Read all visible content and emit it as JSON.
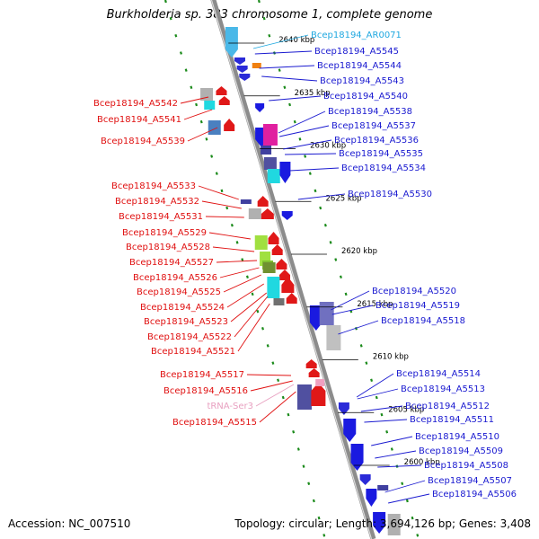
{
  "title": "Burkholderia sp. 383 chromosome 1, complete genome",
  "footer": {
    "accession": "Accession: NC_007510",
    "topology": "Topology: circular; Length: 3,694,126 bp; Genes: 3,408"
  },
  "colors": {
    "backbone": "#8c8c8c",
    "dots": "#1a8a1a",
    "right_label": "#1a1ad0",
    "left_label": "#e01010",
    "rna_label": "#e8a0c0",
    "highlight_label": "#20a8e0",
    "scale_text": "#000000"
  },
  "scale": [
    {
      "label": "2640 kbp",
      "kbp": 2640
    },
    {
      "label": "2635 kbp",
      "kbp": 2635
    },
    {
      "label": "2630 kbp",
      "kbp": 2630
    },
    {
      "label": "2625 kbp",
      "kbp": 2625
    },
    {
      "label": "2620 kbp",
      "kbp": 2620
    },
    {
      "label": "2615 kbp",
      "kbp": 2615
    },
    {
      "label": "2610 kbp",
      "kbp": 2610
    },
    {
      "label": "2605 kbp",
      "kbp": 2605
    },
    {
      "label": "2600 kbp",
      "kbp": 2600
    }
  ],
  "right_labels": [
    {
      "text": "Bcep18194_AR0071",
      "kind": "highlight"
    },
    {
      "text": "Bcep18194_A5545",
      "kind": "gene"
    },
    {
      "text": "Bcep18194_A5544",
      "kind": "gene"
    },
    {
      "text": "Bcep18194_A5543",
      "kind": "gene"
    },
    {
      "text": "Bcep18194_A5540",
      "kind": "gene"
    },
    {
      "text": "Bcep18194_A5538",
      "kind": "gene"
    },
    {
      "text": "Bcep18194_A5537",
      "kind": "gene"
    },
    {
      "text": "Bcep18194_A5536",
      "kind": "gene"
    },
    {
      "text": "Bcep18194_A5535",
      "kind": "gene"
    },
    {
      "text": "Bcep18194_A5534",
      "kind": "gene"
    },
    {
      "text": "Bcep18194_A5530",
      "kind": "gene"
    },
    {
      "text": "Bcep18194_A5520",
      "kind": "gene"
    },
    {
      "text": "Bcep18194_A5519",
      "kind": "gene"
    },
    {
      "text": "Bcep18194_A5518",
      "kind": "gene"
    },
    {
      "text": "Bcep18194_A5514",
      "kind": "gene"
    },
    {
      "text": "Bcep18194_A5513",
      "kind": "gene"
    },
    {
      "text": "Bcep18194_A5512",
      "kind": "gene"
    },
    {
      "text": "Bcep18194_A5511",
      "kind": "gene"
    },
    {
      "text": "Bcep18194_A5510",
      "kind": "gene"
    },
    {
      "text": "Bcep18194_A5509",
      "kind": "gene"
    },
    {
      "text": "Bcep18194_A5508",
      "kind": "gene"
    },
    {
      "text": "Bcep18194_A5507",
      "kind": "gene"
    },
    {
      "text": "Bcep18194_A5506",
      "kind": "gene"
    }
  ],
  "left_labels": [
    {
      "text": "Bcep18194_A5542",
      "kind": "gene"
    },
    {
      "text": "Bcep18194_A5541",
      "kind": "gene"
    },
    {
      "text": "Bcep18194_A5539",
      "kind": "gene"
    },
    {
      "text": "Bcep18194_A5533",
      "kind": "gene"
    },
    {
      "text": "Bcep18194_A5532",
      "kind": "gene"
    },
    {
      "text": "Bcep18194_A5531",
      "kind": "gene"
    },
    {
      "text": "Bcep18194_A5529",
      "kind": "gene"
    },
    {
      "text": "Bcep18194_A5528",
      "kind": "gene"
    },
    {
      "text": "Bcep18194_A5527",
      "kind": "gene"
    },
    {
      "text": "Bcep18194_A5526",
      "kind": "gene"
    },
    {
      "text": "Bcep18194_A5525",
      "kind": "gene"
    },
    {
      "text": "Bcep18194_A5524",
      "kind": "gene"
    },
    {
      "text": "Bcep18194_A5523",
      "kind": "gene"
    },
    {
      "text": "Bcep18194_A5522",
      "kind": "gene"
    },
    {
      "text": "Bcep18194_A5521",
      "kind": "gene"
    },
    {
      "text": "Bcep18194_A5517",
      "kind": "gene"
    },
    {
      "text": "Bcep18194_A5516",
      "kind": "gene"
    },
    {
      "text": "tRNA-Ser3",
      "kind": "rna"
    },
    {
      "text": "Bcep18194_A5515",
      "kind": "gene"
    }
  ]
}
